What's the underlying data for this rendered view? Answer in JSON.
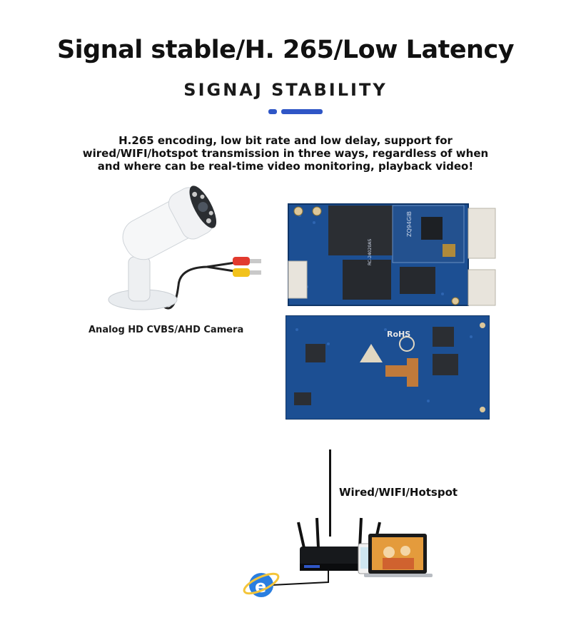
{
  "headline": "Signal stable/H. 265/Low Latency",
  "subhead": "SIGNAJ STABILITY",
  "description": "H.265 encoding, low bit rate and low delay, support for wired/WIFI/hotspot transmission in three ways, regardless of when and where can be real-time video monitoring, playback video!",
  "camera": {
    "caption": "Analog HD CVBS/AHD Camera"
  },
  "board": {
    "top_chip_text": "ZQ94GIB",
    "top_label_text": "RC-24020AS",
    "bottom_rohs_text": "RoHS"
  },
  "connection": {
    "caption": "Wired/WIFI/Hotspot"
  },
  "colors": {
    "accent": "#2f56c6",
    "pcb": "#1c4f93",
    "rca_red": "#e23a2e",
    "rca_yellow": "#f2c21b"
  }
}
